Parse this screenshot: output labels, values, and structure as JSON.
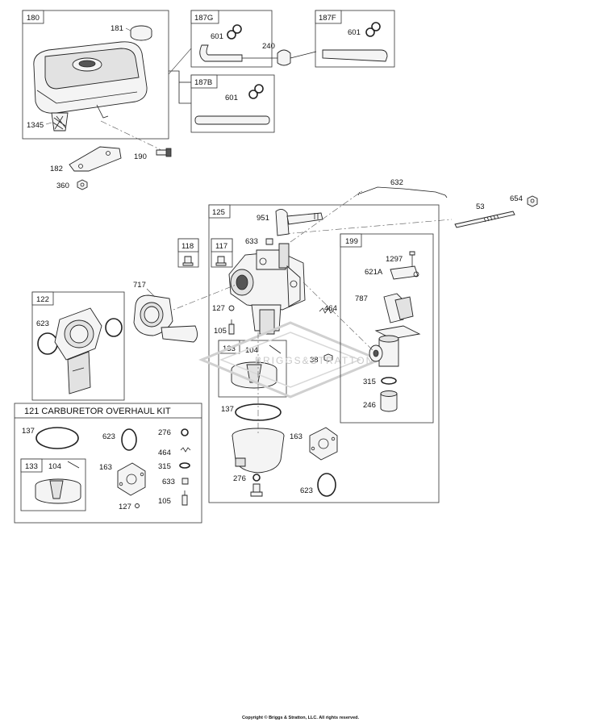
{
  "boxes": {
    "fuel_tank": "180",
    "fuel_line_g": "187G",
    "fuel_line_f": "187F",
    "fuel_line_b": "187B",
    "carburetor": "125",
    "part_118": "118",
    "part_117": "117",
    "gasket_assy": "122",
    "linkage_assy": "199",
    "float_box": "133",
    "kit_float_box": "133"
  },
  "labels": {
    "p181": "181",
    "p601g": "601",
    "p240": "240",
    "p601f": "601",
    "p601b": "601",
    "p1345": "1345",
    "p190": "190",
    "p182": "182",
    "p360": "360",
    "p632": "632",
    "p53": "53",
    "p654": "654",
    "p951": "951",
    "p633": "633",
    "p1297": "1297",
    "p621a": "621A",
    "p787": "787",
    "p717": "717",
    "p623a": "623",
    "p127": "127",
    "p464": "464",
    "p105": "105",
    "p104": "104",
    "p38": "38",
    "p315": "315",
    "p246": "246",
    "p137": "137",
    "p163": "163",
    "p276": "276",
    "p623b": "623"
  },
  "kit": {
    "title": "121 CARBURETOR OVERHAUL KIT",
    "p137": "137",
    "p623": "623",
    "p276": "276",
    "p464": "464",
    "p104": "104",
    "p163": "163",
    "p315": "315",
    "p633": "633",
    "p127": "127",
    "p105": "105"
  },
  "watermark": "BRIGGS&STRATTON",
  "copyright": "Copyright © Briggs & Stratton, LLC. All rights reserved."
}
